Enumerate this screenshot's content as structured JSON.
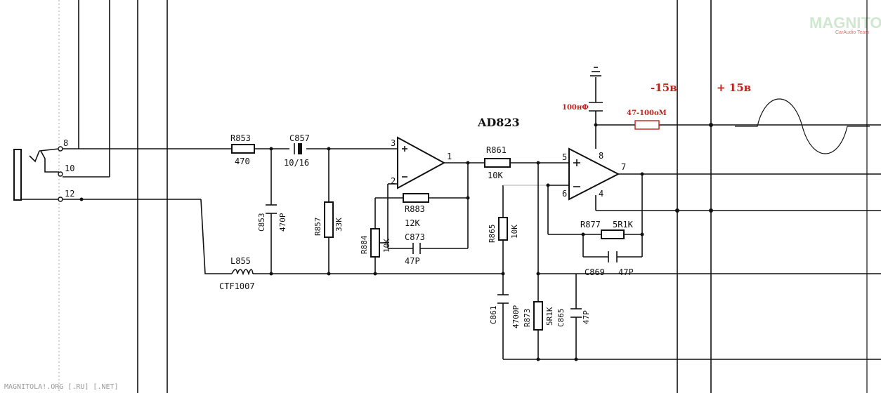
{
  "logo": {
    "text": "MAGNITOLA",
    "subtitle": "CarAudio Team"
  },
  "watermark": "MAGNITOLA!.ORG [.RU] [.NET]",
  "chip": "AD823",
  "supply": {
    "negative": "-15в",
    "positive": "+ 15в"
  },
  "annotations": {
    "cap_100nf": "100нФ",
    "resistor_47_100": "47-100оМ"
  },
  "pins": {
    "p8": "8",
    "p10": "10",
    "p12": "12"
  },
  "opamp1": {
    "in_plus": "3",
    "in_minus": "2",
    "out": "1"
  },
  "opamp2": {
    "in_plus": "5",
    "in_minus": "6",
    "out": "7",
    "vplus": "8",
    "vminus": "4"
  },
  "components": {
    "r853": "R853",
    "r853_val": "470",
    "c857": "C857",
    "c857_val": "10/16",
    "c853": "C853",
    "c853_val": "470P",
    "r857": "R857",
    "r857_val": "33K",
    "r884": "R884",
    "r884_val": "10K",
    "r883": "R883",
    "r883_val": "12K",
    "c873": "C873",
    "c873_val": "47P",
    "l855": "L855",
    "l855_val": "CTF1007",
    "r861": "R861",
    "r861_val": "10K",
    "r865": "R865",
    "r865_val": "10K",
    "r877": "R877",
    "r877_val": "5R1K",
    "c869": "C869",
    "c869_val": "47P",
    "c861": "C861",
    "c861_val": "4700P",
    "r873": "R873",
    "r873_val": "5R1K",
    "c865": "C865",
    "c865_val": "47P"
  },
  "colors": {
    "annotation": "#c0201a",
    "line": "#111111"
  }
}
